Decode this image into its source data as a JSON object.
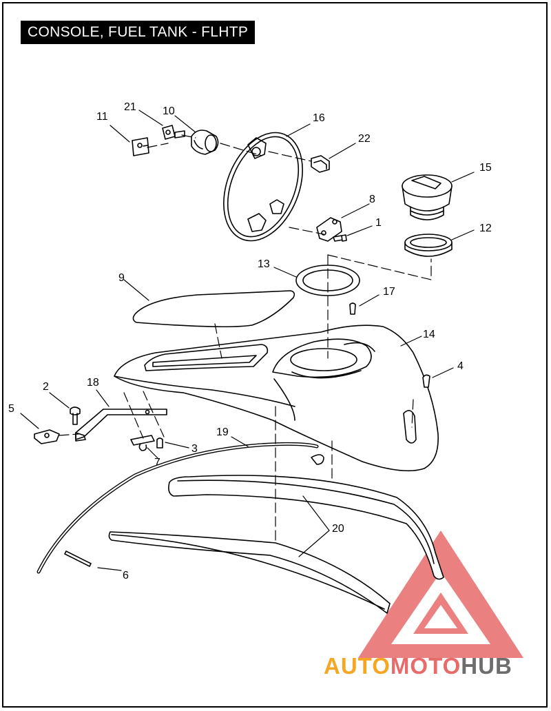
{
  "title": "CONSOLE, FUEL TANK - FLHTP",
  "colors": {
    "line": "#000000",
    "watermark_red": "#e86a6a",
    "watermark_orange": "#f5a623",
    "watermark_gray": "#6d6d6d"
  },
  "callouts": [
    {
      "label": "1"
    },
    {
      "label": "2"
    },
    {
      "label": "3"
    },
    {
      "label": "4"
    },
    {
      "label": "5"
    },
    {
      "label": "6"
    },
    {
      "label": "7"
    },
    {
      "label": "8"
    },
    {
      "label": "9"
    },
    {
      "label": "10"
    },
    {
      "label": "11"
    },
    {
      "label": "12"
    },
    {
      "label": "13"
    },
    {
      "label": "14"
    },
    {
      "label": "15"
    },
    {
      "label": "16"
    },
    {
      "label": "17"
    },
    {
      "label": "18"
    },
    {
      "label": "19"
    },
    {
      "label": "20"
    },
    {
      "label": "21"
    },
    {
      "label": "22"
    }
  ],
  "watermark": {
    "part1": "AUTO",
    "part2": "MOTO",
    "part3": "HUB"
  }
}
